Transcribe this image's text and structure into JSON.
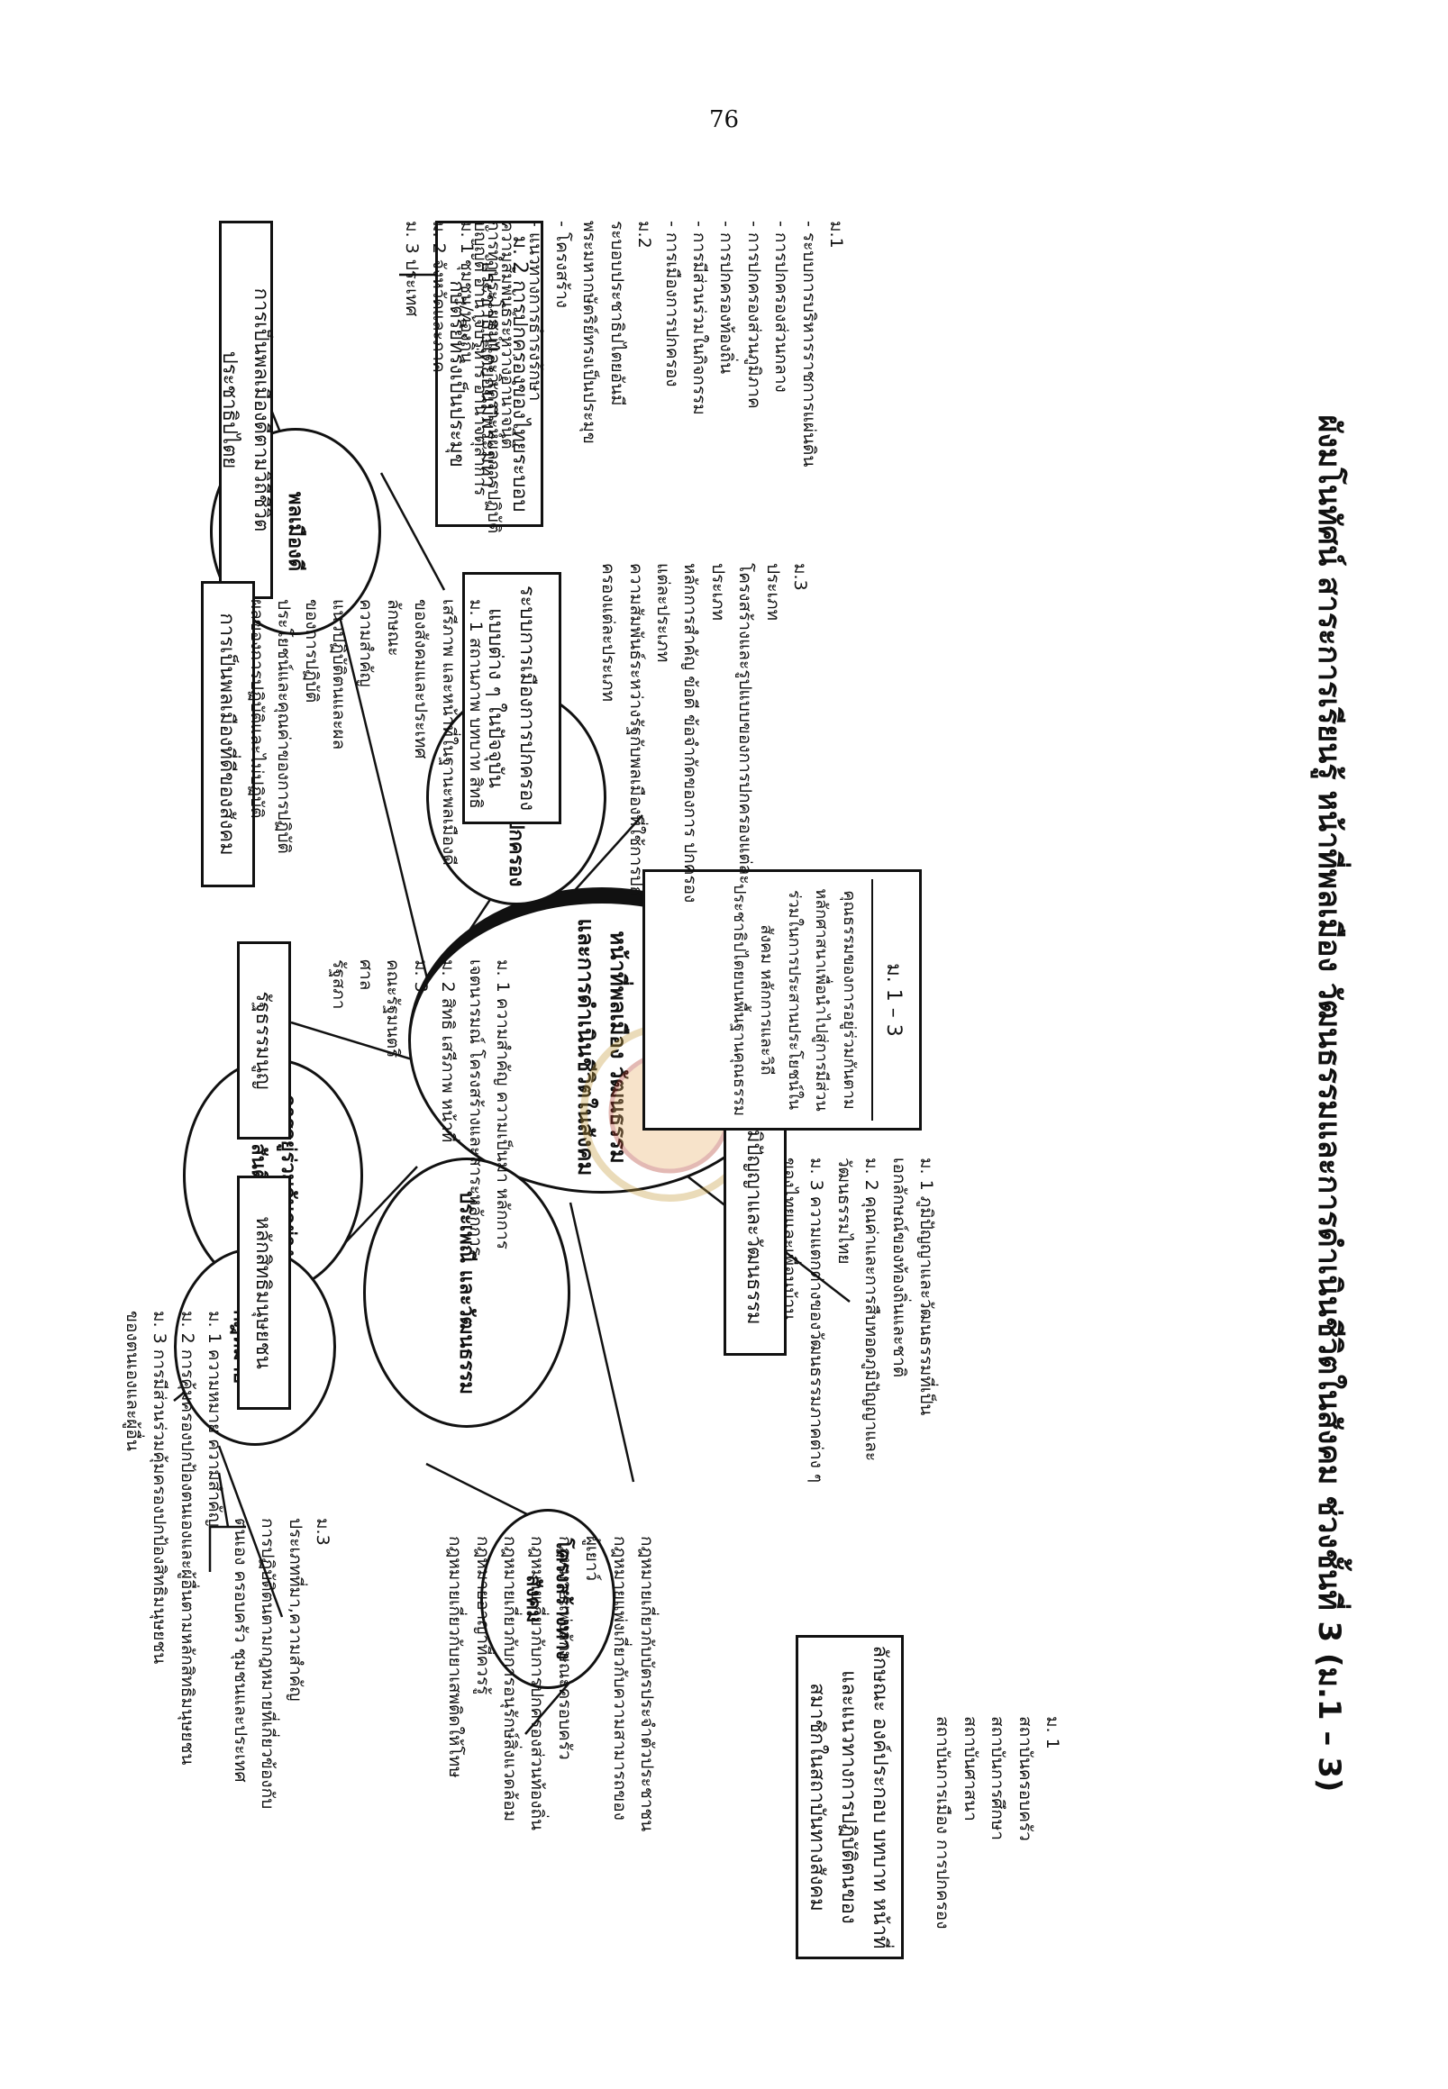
{
  "page_number": "76",
  "title": "ผังมโนทัศน์ สาระการเรียนรู้ หน้าที่พลเมือง วัฒนธรรมและการดำเนินชีวิตในสังคม ช่วงชั้นที่ 3 (ม.1 – 3)",
  "center": {
    "label": "หน้าที่พลเมือง วัฒนธรรมและการดำเนินชีวิตในสังคม"
  },
  "nodes": {
    "good_citizen": "พลเมืองดี",
    "politics": "การเมืองการปกครอง",
    "living_together": "การอยู่ร่วมกันอย่างสันติสุข",
    "culture": "ประเพณี และวัฒนธรรม",
    "law": "กฎ ระเบียบ กฎหมาย",
    "social_structure": "โครงสร้างทางสังคม"
  },
  "boxes": {
    "democracy_life": "การเป็นพลเมืองดีตามวิถีชีวิตประชาธิปไตย",
    "citizen_duty": "การเป็นพลเมืองที่ดีของสังคม",
    "constitution": "รัฐธรรมนูญ",
    "human_rights": "หลักสิทธิมนุษยชน",
    "wisdom": "ภูมิปัญญาและวัฒนธรรม",
    "status_role": "ลักษณะ องค์ประกอบ บทบาท หน้าที่ และแนวทางการปฏิบัติตนของสมาชิกในสถาบันทางสังคม",
    "gov_system": "ระบบการเมืองการปกครองแบบต่าง ๆ ในปัจจุบัน",
    "thai_gov": "ม. 2 การปกครองของไทยระบอบประชาธิปไตยอันมีพระมหากษัตริย์ทรงเป็นประมุข",
    "peace_box_title": "ม. 1 – 3",
    "peace_box_text": "คุณธรรมของการอยู่ร่วมกันตามหลักศาสนาเพื่อนำไปสู่การมีส่วนร่วมในการประสานประโยชน์ในสังคม หลักการและวิถีประชาธิปไตยบนพื้นฐานคุณธรรม"
  },
  "texts": {
    "democracy_life": [
      "การทำประโยชน์และวิเคราะห์ผลการปฏิบัติ",
      "ม. 1 ชุมชน/ท้องถิ่น",
      "ม. 2 จังหวัดและภาค",
      "ม. 3 ประเทศ"
    ],
    "citizen_duty": [
      "ม. 1 สถานภาพ บทบาท สิทธิ",
      "เสรีภาพ และหน้าที่ในฐานะพลเมืองดี",
      "ของสังคมและประเทศ",
      "ลักษณะ",
      "ความสำคัญ",
      "แนวปฏิบัติตนและผล",
      "ของการปฏิบัติ",
      "ประโยชน์และคุณค่าของการปฏิบัติ",
      "ผลของการปฏิบัติและไม่ปฏิบัติ"
    ],
    "constitution": [
      "ม. 1 ความสำคัญ ความเป็นมา หลักการ",
      "เจตนารมณ์ โครงสร้างและสาระหลักการ",
      "ม. 2 สิทธิ เสรีภาพ หน้าที่",
      "ม. 3",
      "คณะรัฐมนตรี",
      "ศาล",
      "รัฐสภา"
    ],
    "human_rights": [
      "ม. 1 ความหมาย ความสำคัญ",
      "ม. 2 การคุ้มครองปกป้องตนเองและผู้อื่นตามหลักสิทธิมนุษยชน",
      "ม. 3 การมีส่วนร่วมคุ้มครองปกป้องสิทธิมนุษยชน",
      "ของตนเองและผู้อื่น"
    ],
    "law_m3": [
      "ม.3",
      "ประเภทที่มา,ความสำคัญ",
      "การปฏิบัติตนตามกฎหมายที่เกี่ยวข้องกับ",
      "ตนเอง ครอบครัว ชุมชนและประเทศ"
    ],
    "law_list": [
      "กฎหมายเกี่ยวกับบัตรประจำตัวประชาชน",
      "กฎหมายแพ่งเกี่ยวกับความสามารถของ",
      "ผู้เยาว์",
      "กฎหมายแพ่งลักษณะครอบครัว",
      "กฎหมายเกี่ยวกับการปกครองส่วนท้องถิ่น",
      "กฎหมายเกี่ยวกับการอนุรักษ์สิ่งแวดล้อม",
      "กฎหมายอาญาที่ควรรู้",
      "กฎหมายเกี่ยวกับยาเสพติดให้โทษ"
    ],
    "status_role": [
      "ม. 1",
      "สถาบันครอบครัว",
      "สถาบันการศึกษา",
      "สถาบันศาสนา",
      "สถาบันการเมือง การปกครอง"
    ],
    "wisdom": [
      "ม. 1 ภูมิปัญญาและวัฒนธรรมที่เป็น",
      "เอกลักษณ์ของท้องถิ่นและชาติ",
      "ม. 2 คุณค่าและการสืบทอดภูมิปัญญาและ",
      "วัฒนธรรมไทย",
      "ม. 3 ความแตกต่างของวัฒนธรรมภาคต่าง ๆ",
      "ของไทยและเพื่อนบ้าน"
    ],
    "gov_system": [
      "ม.3",
      "ประเภท",
      "โครงสร้างและรูปแบบของการปกครองแต่ละ",
      "ประเภท",
      "หลักการสำคัญ ข้อดี ข้อจำกัดของการ ปกครอง",
      "แต่ละประเภท",
      "ความสัมพันธ์ระหว่างรัฐกับพลเมืองที่ใช้การปก",
      "ครองแต่ละประเภท"
    ],
    "thai_gov": [
      "ม.1",
      "- ระบบการบริหารราชการแผ่นดิน",
      "- การปกครองส่วนกลาง",
      "- การปกครองส่วนภูมิภาค",
      "- การปกครองท้องถิ่น",
      "- การมีส่วนร่วมในกิจกรรม",
      "- การเมืองการปกครอง",
      "ม.2",
      "ระบอบประชาธิปไตยอันมี",
      "พระมหากษัตริย์ทรงเป็นประมุข",
      "- โครงสร้าง",
      "- แนวทางการธำรงรักษา",
      "ความสัมพันธ์ระหว่างอำนาจนิติ",
      "บัญญัติ อำนาจบริหาร อำนาจตุลาการ"
    ]
  }
}
